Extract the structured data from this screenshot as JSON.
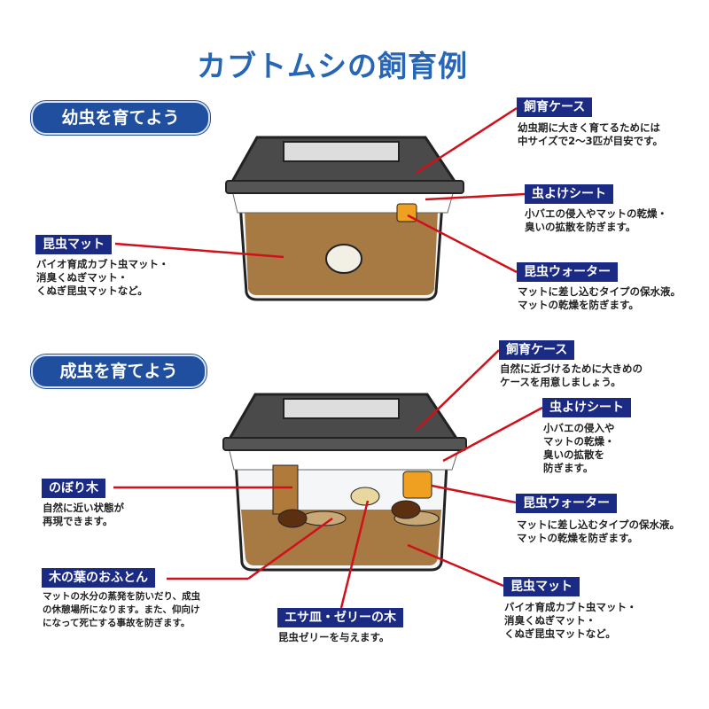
{
  "title": "カブトムシの飼育例",
  "colors": {
    "title": "#2766b5",
    "pill": "#1f4f9e",
    "label": "#1b2a82",
    "line": "#d0101b",
    "soil": "#a77a44",
    "lid": "#4a4a4a"
  },
  "larva_section": {
    "heading": "幼虫を育てよう",
    "callouts": [
      {
        "label": "飼育ケース",
        "desc": "幼虫期に大きく育てるためには\n中サイズで2〜3匹が目安です。"
      },
      {
        "label": "虫よけシート",
        "desc": "小バエの侵入やマットの乾燥・\n臭いの拡散を防ぎます。"
      },
      {
        "label": "昆虫ウォーター",
        "desc": "マットに差し込むタイプの保水液。\nマットの乾燥を防ぎます。"
      },
      {
        "label": "昆虫マット",
        "desc": "バイオ育成カブト虫マット・\n消臭くぬぎマット・\nくぬぎ昆虫マットなど。"
      }
    ]
  },
  "adult_section": {
    "heading": "成虫を育てよう",
    "callouts": [
      {
        "label": "飼育ケース",
        "desc": "自然に近づけるために大きめの\nケースを用意しましょう。"
      },
      {
        "label": "虫よけシート",
        "desc": "小バエの侵入や\nマットの乾燥・\n臭いの拡散を\n防ぎます。"
      },
      {
        "label": "昆虫ウォーター",
        "desc": "マットに差し込むタイプの保水液。\nマットの乾燥を防ぎます。"
      },
      {
        "label": "昆虫マット",
        "desc": "バイオ育成カブト虫マット・\n消臭くぬぎマット・\nくぬぎ昆虫マットなど。"
      },
      {
        "label": "のぼり木",
        "desc": "自然に近い状態が\n再現できます。"
      },
      {
        "label": "木の葉のおふとん",
        "desc": "マットの水分の蒸発を防いだり、成虫\nの休憩場所になります。また、仰向け\nになって死亡する事故を防ぎます。"
      },
      {
        "label": "エサ皿・ゼリーの木",
        "desc": "昆虫ゼリーを与えます。"
      }
    ]
  }
}
